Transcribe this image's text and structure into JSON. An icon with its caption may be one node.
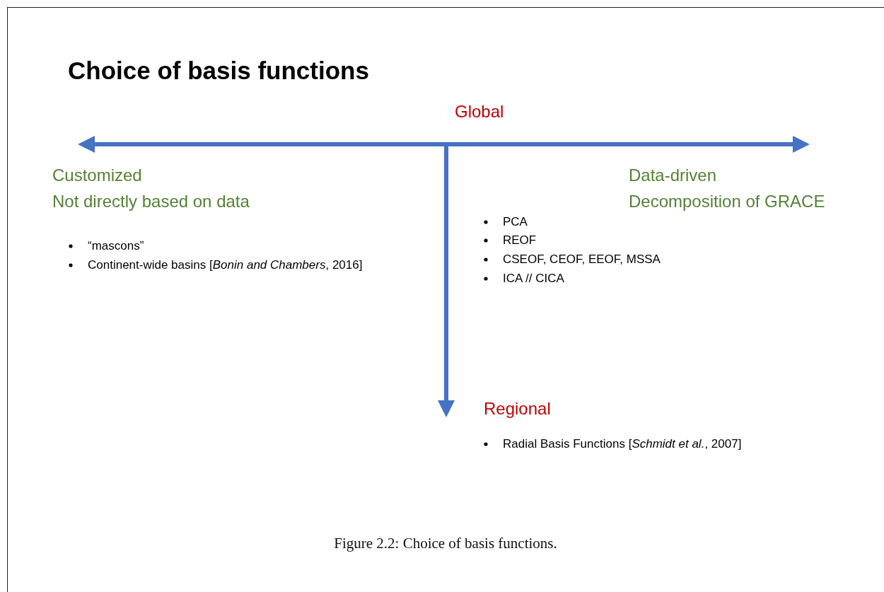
{
  "diagram": {
    "title": "Choice of basis functions",
    "caption": "Figure 2.2: Choice of basis functions.",
    "labels": [
      "Global",
      "Customized",
      "Not directly based on data",
      "Data-driven",
      "Decomposition of GRACE",
      "PCA",
      "REOF",
      "CSEOF, CEOF, EEOF, MSSA",
      "ICA // CICA",
      "“mascons”",
      "Continent-wide basins [*Bonin and Chambers*, 2016]",
      "Regional",
      "Radial Basis Functions [*Schmidt et al.*, 2007]"
    ]
  }
}
